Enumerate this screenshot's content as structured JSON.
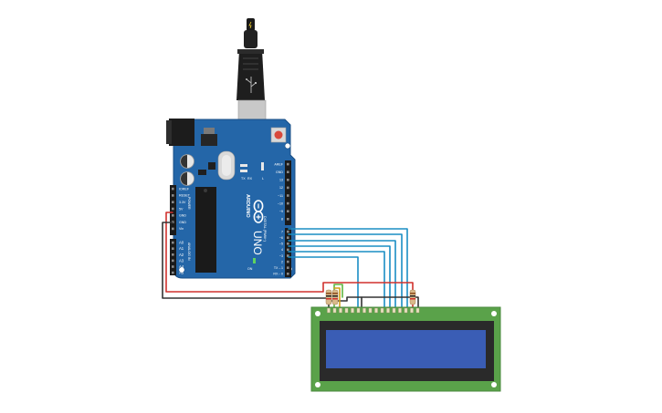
{
  "board": {
    "brand": "ARDUINO",
    "model": "UNO",
    "on_label": "ON",
    "tx_label": "TX",
    "rx_label": "RX",
    "l_label": "L",
    "power_header_labels": [
      "IOREF",
      "RESET",
      "3.3V",
      "5V",
      "GND",
      "GND",
      "Vin"
    ],
    "analog_header_labels": [
      "A0",
      "A1",
      "A2",
      "A3",
      "A4",
      "A5"
    ],
    "power_title": "POWER",
    "analog_title": "ANALOG IN",
    "digital_top_labels": [
      "AREF",
      "GND",
      "13",
      "12",
      "~11",
      "~10",
      "~9",
      "8"
    ],
    "digital_bottom_labels": [
      "7",
      "~6",
      "~5",
      "4",
      "~3",
      "2",
      "TX→1",
      "RX←0"
    ],
    "digital_title": "DIGITAL (PWM~)"
  },
  "lcd": {
    "type": "16x2 character LCD",
    "pin_count": 16
  },
  "colors": {
    "board": "#2466a8",
    "lcd_pcb": "#5aa24a",
    "lcd_screen": "#3a5db5",
    "wire_blue": "#1a8ec4",
    "wire_red": "#d0312d",
    "wire_black": "#333333",
    "wire_green": "#5fb640"
  }
}
